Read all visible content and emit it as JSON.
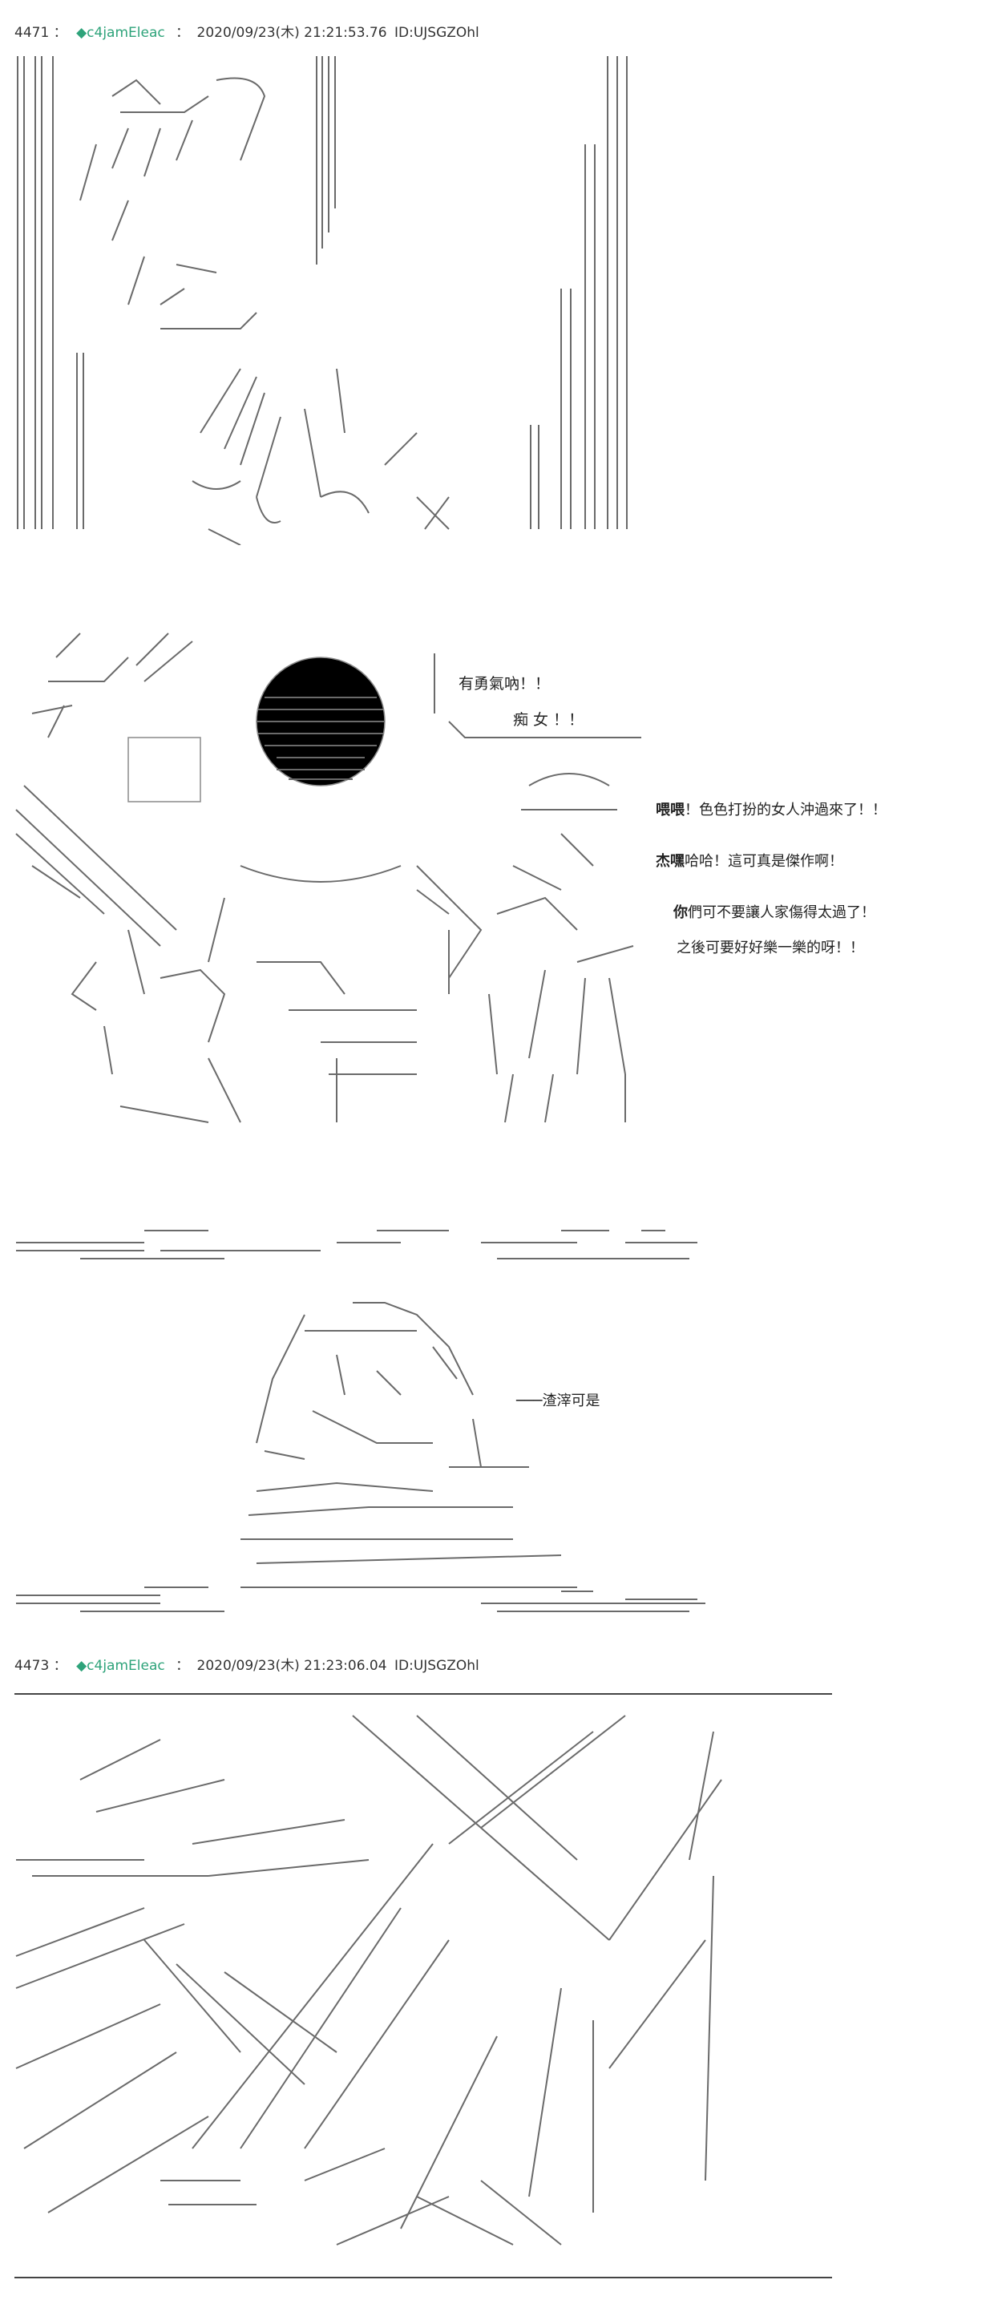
{
  "posts": [
    {
      "number": "4471",
      "separator": "：",
      "author": "c4jamEleac",
      "datetime": "2020/09/23(木) 21:21:53.76",
      "id": "ID:UJSGZOhl"
    },
    {
      "number": "4473",
      "separator": "：",
      "author": "c4jamEleac",
      "datetime": "2020/09/23(木) 21:23:06.04",
      "id": "ID:UJSGZOhl"
    }
  ],
  "panel2": {
    "bubble_line1": "有勇氣吶！！",
    "bubble_line2": "痴 女 ！！",
    "right_text": [
      {
        "bold": "喂喂",
        "rest": "！色色打扮的女人沖過來了！！"
      },
      {
        "bold": "杰嘿",
        "rest": "哈哈！這可真是傑作啊！"
      },
      {
        "bold": "你",
        "rest": "們可不要讓人家傷得太過了！"
      },
      {
        "bold": "",
        "rest": "之後可要好好樂一樂的呀！！"
      }
    ]
  },
  "panel3": {
    "speech": "───渣滓可是"
  },
  "colors": {
    "author": "#2ea37a",
    "text": "#333333",
    "art_lines": "#6a6a6a"
  }
}
